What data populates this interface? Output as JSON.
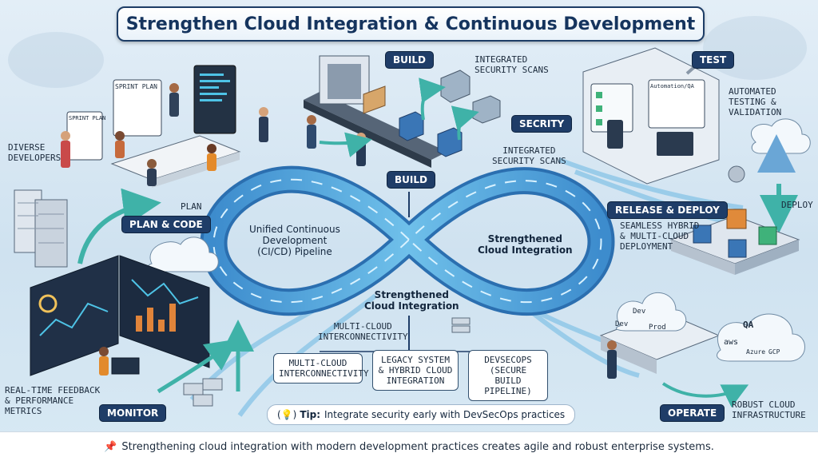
{
  "title": "Strengthen Cloud Integration & Continuous Development",
  "tags": {
    "build_top": "BUILD",
    "test": "TEST",
    "secrity": "SECRITY",
    "build_mid": "BUILD",
    "release": "RELEASE & DEPLOY",
    "plan_code": "PLAN & CODE",
    "monitor": "MONITOR",
    "operate": "OPERATE"
  },
  "notes": {
    "integrated_security_top": "INTEGRATED\nSECURITY SCANS",
    "integrated_security_mid": "INTEGRATED\nSECURITY SCANS",
    "automated_testing": "AUTOMATED\nTESTING &\nVALIDATION",
    "diverse_developers": "DIVERSE\nDEVELOPERS",
    "plan": "PLAN",
    "seamless": "SEAMLESS HYBRID\n& MULTI-CLOUD\nDEPLOYMENT",
    "deploy": "DEPLOY",
    "multi_cloud_upper": "MULTI-CLOUD\nINTERCONNECTIVITY",
    "realtime": "REAL-TIME FEEDBACK\n& PERFORMANCE\nMETRICS",
    "robust": "ROBUST CLOUD\nINFRASTRUCTURE"
  },
  "screen_labels": {
    "sprint_plan_1": "SPRINT PLAN",
    "sprint_plan_2": "SPRINT PLAN",
    "automation_qa": "Automation/QA"
  },
  "loop": {
    "left": "Unified Continuous\nDevelopment\n(CI/CD) Pipeline",
    "right": "Strengthened\nCloud Integration",
    "center": "Strengthened\nCloud Integration"
  },
  "boxes": {
    "multi_cloud": "MULTI-CLOUD\nINTERCONNECTIVITY",
    "legacy": "LEGACY SYSTEM\n& HYBRID CLOUD\nINTEGRATION",
    "devsecops": "DEVSECOPS\n(SECURE BUILD\nPIPELINE)"
  },
  "env_labels": {
    "dev1": "Dev",
    "dev2": "Dev",
    "prod": "Prod",
    "qa": "QA",
    "aws": "aws",
    "azure": "Azure",
    "gcp": "GCP"
  },
  "tip": {
    "label": "Tip:",
    "text": "Integrate security early with DevSecOps practices"
  },
  "footer": "Strengthening cloud integration with modern development practices creates agile and robust enterprise systems.",
  "colors": {
    "navy": "#1f3d68",
    "loop": "#3f8fd0",
    "accent_cyan": "#4ec3e6",
    "arrow_teal": "#3fb2a8"
  }
}
